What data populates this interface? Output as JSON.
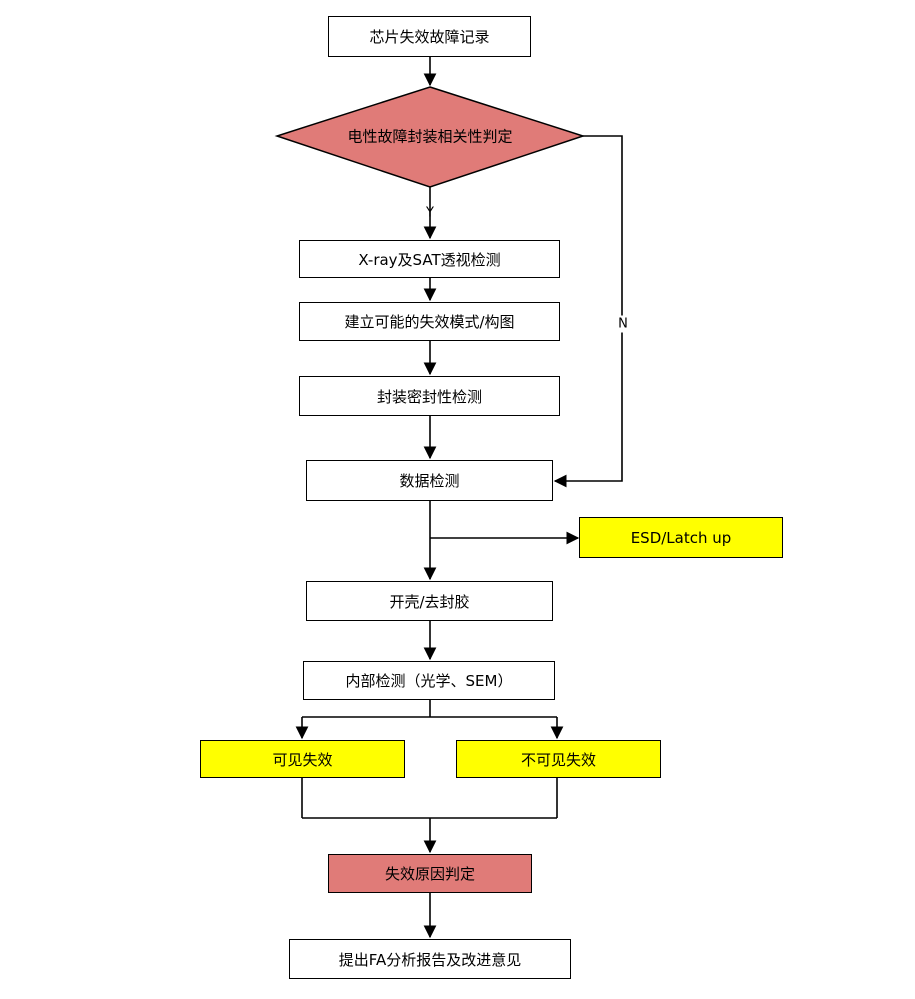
{
  "nodes": {
    "record": "芯片失效故障记录",
    "decision": "电性故障封装相关性判定",
    "xray": "X-ray及SAT透视检测",
    "mode": "建立可能的失效模式/构图",
    "seal": "封装密封性检测",
    "data": "数据检测",
    "esd": "ESD/Latch up",
    "decap": "开壳/去封胶",
    "internal": "内部检测（光学、SEM）",
    "visible": "可见失效",
    "invisible": "不可见失效",
    "cause": "失效原因判定",
    "report": "提出FA分析报告及改进意见"
  },
  "edge_labels": {
    "yes": "Y",
    "no": "N"
  },
  "colors": {
    "decision_fill": "#e07b78",
    "highlight_fill": "#ffff00",
    "cause_fill": "#e07b78",
    "line": "#000000"
  }
}
